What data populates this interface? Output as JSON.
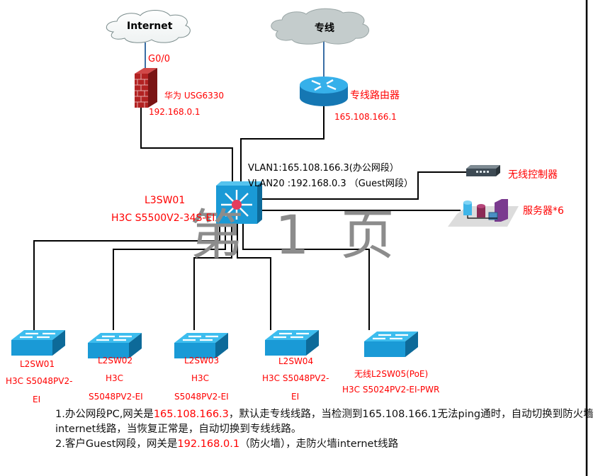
{
  "watermark": "第 1 页",
  "clouds": {
    "internet": "Internet",
    "private_line": "专线"
  },
  "firewall": {
    "port": "G0/0",
    "name": "华为 USG6330",
    "ip": "192.168.0.1"
  },
  "router": {
    "name": "专线路由器",
    "ip": "165.108.166.1"
  },
  "core_switch": {
    "name": "L3SW01",
    "model": "H3C S5500V2-34S-EI",
    "vlan1": "VLAN1:165.108.166.3(办公网段）",
    "vlan20": "VLAN20 :192.168.0.3 （Guest网段）"
  },
  "wireless_controller": {
    "name": "无线控制器"
  },
  "servers": {
    "name": "服务器*6"
  },
  "access_switches": [
    {
      "name": "L2SW01",
      "model_line1": "H3C S5048PV2-",
      "model_line2": "EI"
    },
    {
      "name": "L2SW02",
      "model_line1": "H3C",
      "model_line2": "S5048PV2-EI"
    },
    {
      "name": "L2SW03",
      "model_line1": "H3C",
      "model_line2": "S5048PV2-EI"
    },
    {
      "name": "L2SW04",
      "model_line1": "H3C S5048PV2-",
      "model_line2": "EI"
    },
    {
      "name": "无线L2SW05(PoE)",
      "model_line1": "H3C S5024PV2-EI-PWR",
      "model_line2": ""
    }
  ],
  "notes": {
    "line1_a": "1.办公网段PC,网关是",
    "line1_gw": "165.108.166.3",
    "line1_b": "，默认走专线线路，当检测到165.108.166.1无法ping通时，自动切换到防火墙internet线路，当恢复正常是，自动切换到专线线路。",
    "line2_a": "2.客户Guest网段，网关是",
    "line2_gw": "192.168.0.1",
    "line2_b": "（防火墙），走防火墙internet线路"
  },
  "colors": {
    "label_red": "#ff0000",
    "device_blue": "#1a9ad6",
    "firewall_red": "#b22222",
    "cloud_gray": "#c4cccc",
    "link_blue": "#3a6ea5"
  }
}
